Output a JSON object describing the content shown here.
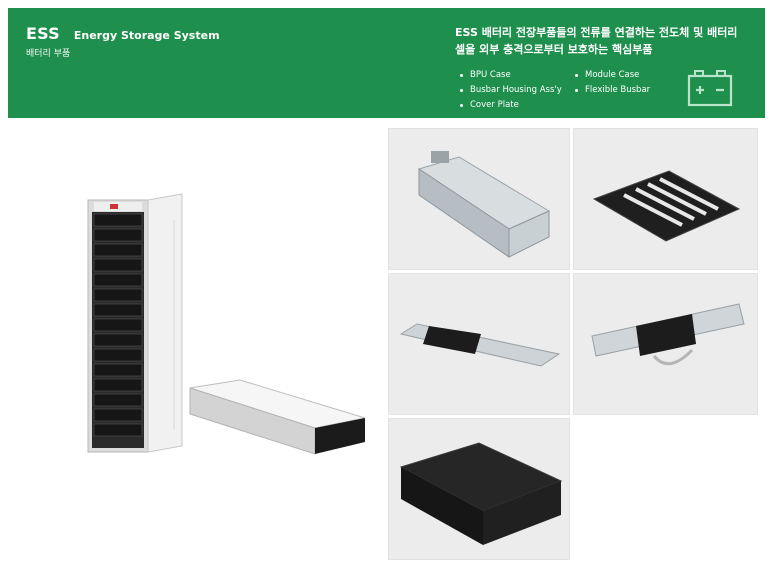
{
  "banner": {
    "title": "ESS",
    "title_en": "Energy Storage System",
    "subtitle": "배터리 부품",
    "description_line1": "ESS 배터리 전장부품들의 전류를 연결하는 전도체 및 배터리",
    "description_line2": "셀을 외부 충격으로부터 보호하는 핵심부품",
    "products": [
      "BPU Case",
      "Module Case",
      "Busbar Housing Ass'y",
      "Flexible Busbar",
      "Cover Plate"
    ],
    "icon": "battery-icon",
    "color": "#1e8f4c"
  }
}
